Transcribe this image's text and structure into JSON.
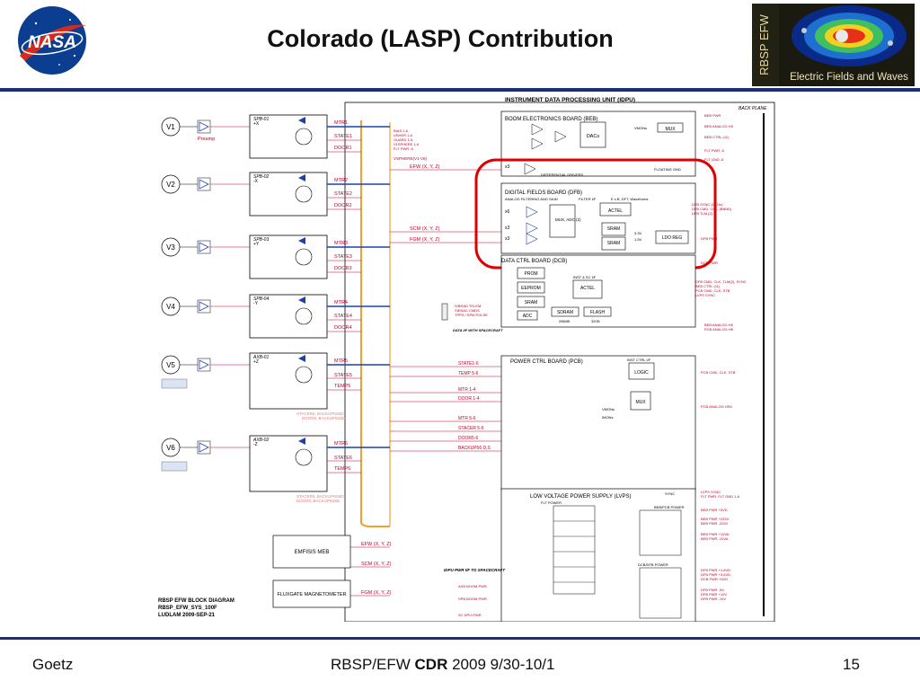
{
  "slide": {
    "title": "Colorado (LASP) Contribution",
    "footer_left": "Goetz",
    "footer_center_prefix": "RBSP/EFW ",
    "footer_center_bold": "CDR",
    "footer_center_suffix": " 2009 9/30-10/1",
    "page_number": "15"
  },
  "logos": {
    "nasa_text": "NASA",
    "efw_vertical": "RBSP EFW",
    "efw_caption": "Electric Fields and Waves"
  },
  "colors": {
    "title_rule": "#1a2f7a",
    "signal_red": "#c0002a",
    "bus_blue": "#1f3fb0",
    "bus_orange": "#f0a030",
    "highlight_red": "#e00000"
  },
  "diagram": {
    "idpu_title": "INSTRUMENT DATA PROCESSING UNIT (IDPU)",
    "back_plane": "BACK PLANE",
    "sensors": [
      {
        "label": "V1",
        "sub": "Preamp",
        "box": "SPB-01",
        "axis": "+X",
        "mtr": "MTR1",
        "state": "STATE1",
        "extra": "DOOR1"
      },
      {
        "label": "V2",
        "sub": "",
        "box": "SPB-02",
        "axis": "-X",
        "mtr": "MTR2",
        "state": "STATE2",
        "extra": "DOOR2"
      },
      {
        "label": "V3",
        "sub": "",
        "box": "SPB-03",
        "axis": "+Y",
        "mtr": "MTR3",
        "state": "STATE3",
        "extra": "DOOR3"
      },
      {
        "label": "V4",
        "sub": "",
        "box": "SPB-04",
        "axis": "-Y",
        "mtr": "MTR4",
        "state": "STATE4",
        "extra": "DOOR4"
      },
      {
        "label": "V5",
        "sub": "",
        "box": "AXB-01",
        "axis": "+Z",
        "mtr": "MTR5",
        "state": "STATE5",
        "extra": "TEMP5"
      },
      {
        "label": "V6",
        "sub": "",
        "box": "AXB-02",
        "axis": "-Z",
        "mtr": "MTR6",
        "state": "STATE6",
        "extra": "TEMP6"
      }
    ],
    "beb": {
      "title": "BOOM ELECTRONICS BOARD (BEB)",
      "dacs": "DACs",
      "mux": "MUX",
      "vmons": "VMONs",
      "x3": "x3",
      "diff_drivers": "DIFFERENTIAL DRIVERS",
      "floating_gnd": "FLOATING GND",
      "signals_right": [
        "BEB PWR",
        "BEB ANALOG HK",
        "BEB CTRL (11)",
        "FLT PWR -6",
        "FLT GND -6"
      ],
      "bias_labels": [
        "BIAS 1-6",
        "USHER 1-6",
        "GUARD 1-6",
        "V1SPHERE 1-6",
        "FLT PWR -6",
        "VSPHERE(V1-V6)"
      ]
    },
    "dfb": {
      "title": "DIGITAL FIELDS BOARD (DFB)",
      "sub": "ANALOG FILTERING AND GAIN",
      "filter": "FILTER I/F",
      "dft": "E x B, DFT, Waveforms",
      "x6": "x6",
      "mux_adc": "MUX, ADC (2)",
      "actel": "ACTEL",
      "sram": "SRAM",
      "sram2": "SRAM",
      "ldo": "LDO REG",
      "v33": "3.3V",
      "v15": "1.5V",
      "x3a": "x3",
      "x3b": "x3",
      "signals_right": [
        "DFB SYNC (16 Hz)",
        "DFB CMD, CLK, (BBND)",
        "DFB TLM (2)",
        "DFB PWR"
      ]
    },
    "dcb": {
      "title": "DATA CTRL BOARD (DCB)",
      "prom": "PROM",
      "eeprom": "EEPROM",
      "sram": "SRAM",
      "actel": "ACTEL",
      "adc": "ADC",
      "sdram": "SDRAM",
      "flash": "FLASH",
      "sdram_size": "256MB",
      "flash_size": "32GB",
      "inst_sc": "INST & SC I/F",
      "data_if": "DATA I/F WITH SPACECRAFT",
      "left_labels": [
        "S/BRAD TELEM",
        "SIENAC CMDS",
        "TPPS / SPM POLSE"
      ],
      "signals_right": [
        "DCB PWR",
        "DFB CMD, CLK, TLM(2), SYNC",
        "BEB CTRL (11)",
        "PCB CMD, CLK, STB",
        "LVPS SYNC",
        "BEB ANALOG HK",
        "PCB ANALOG HK"
      ]
    },
    "pcb": {
      "title": "POWER CTRL BOARD (PCB)",
      "logic": "LOGIC",
      "mux": "MUX",
      "inst_ctrl": "INST CTRL I/F",
      "vmons": "VMONs",
      "imons": "IMONs",
      "inputs": [
        "STATE1-6",
        "TEMP 5-6",
        "MTR 1-4",
        "DOOR 1-4",
        "MTR 5-6",
        "STACER 5-6",
        "DOOR5-6",
        "BACKUP56 D,S"
      ],
      "signals_right": [
        "PCB CMD, CLK, STB",
        "PCB ANALOG HSK"
      ]
    },
    "lvps": {
      "title": "LOW VOLTAGE POWER SUPPLY (LVPS)",
      "sync": "SYNC",
      "flt_power": "FLT POWER",
      "beb_pcb_power": "BEB/PCB POWER",
      "dcb_dfb_power": "DCB/DFB POWER",
      "signals_right": [
        "LVPS SYNC",
        "FLT PWR, FLT GND 1-6",
        "BEB PWR +5VD",
        "BEB PWR +225V",
        "BEB PWR -225V",
        "BEB PWR +10VA",
        "BEB PWR -10VA",
        "DFB PWR +1.8VD",
        "DFB PWR +3.6VD",
        "DCB PWR +5VD",
        "DFB PWR -5V",
        "DFB PWR +10V",
        "DFB PWR -10V"
      ]
    },
    "bottom": {
      "efw_xyz1": "EFW (X, Y, Z)",
      "scm_xyz1": "SCM (X, Y, Z)",
      "fgm_xyz1": "FGM (X, Y, Z)",
      "efw_xyz2": "EFW (X, Y, Z)",
      "scm_xyz2": "SCM (X, Y, Z)",
      "fgm_xyz2": "FGM (X, Y, Z)",
      "emfisis": "EMFISIS MEB",
      "fluxgate": "FLUXGATE MAGNETOMETER",
      "idpu_pwr": "IDPU PWR I/F TO SPACECRAFT",
      "axb_boom": "AXB BOOM PWR",
      "spb_boom": "SPB BOOM PWR",
      "sc_dpu": "SC DPU PWR",
      "stacer_labels": [
        "STACER5, BACKUP5S5D",
        "DOOR5, BACKUP5S5D",
        "STACER6, BACKUP6S6D",
        "DOOR6, BACKUP6S6D"
      ],
      "caption_line1": "RBSP EFW BLOCK DIAGRAM",
      "caption_line2": "RBSP_EFW_SYS_100F",
      "caption_line3": "LUDLAM 2009-SEP-21"
    }
  }
}
